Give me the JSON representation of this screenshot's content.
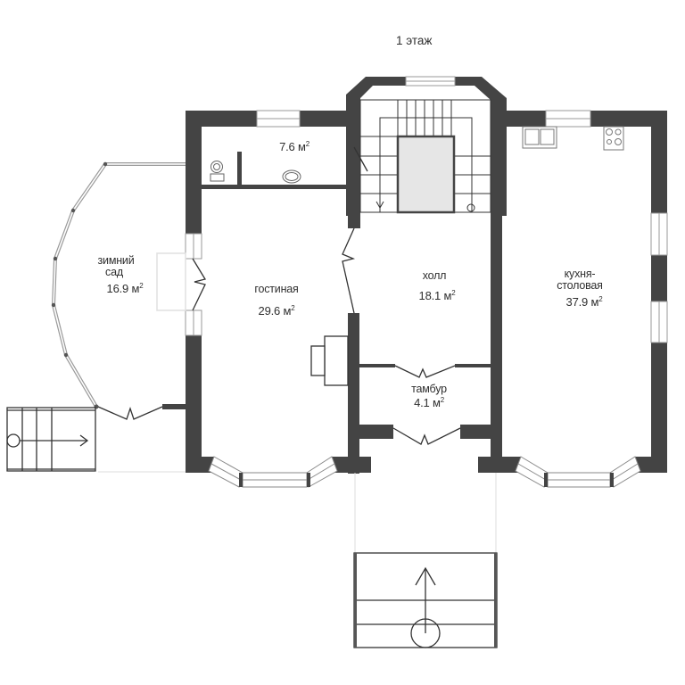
{
  "plan": {
    "title": "1 этаж",
    "wall_color": "#444444",
    "glass_color": "#bdbdbd",
    "stair_fill": "#e6e6e6",
    "rooms": [
      {
        "id": "bathroom",
        "name": "",
        "area": "7.6 м",
        "unit_sup": "2"
      },
      {
        "id": "winter-garden",
        "name_line1": "зимний",
        "name_line2": "сад",
        "area": "16.9 м",
        "unit_sup": "2"
      },
      {
        "id": "living-room",
        "name": "гостиная",
        "area": "29.6 м",
        "unit_sup": "2"
      },
      {
        "id": "hall",
        "name": "холл",
        "area": "18.1 м",
        "unit_sup": "2"
      },
      {
        "id": "kitchen-dining",
        "name_line1": "кухня-",
        "name_line2": "столовая",
        "area": "37.9 м",
        "unit_sup": "2"
      },
      {
        "id": "vestibule",
        "name": "тамбур",
        "area": "4.1 м",
        "unit_sup": "2"
      }
    ],
    "fixtures": [
      "toilet-icon",
      "washbasin-icon",
      "double-sink-icon",
      "stove-icon",
      "fireplace-icon",
      "staircase-icon",
      "entrance-steps-icon",
      "side-steps-icon"
    ]
  }
}
